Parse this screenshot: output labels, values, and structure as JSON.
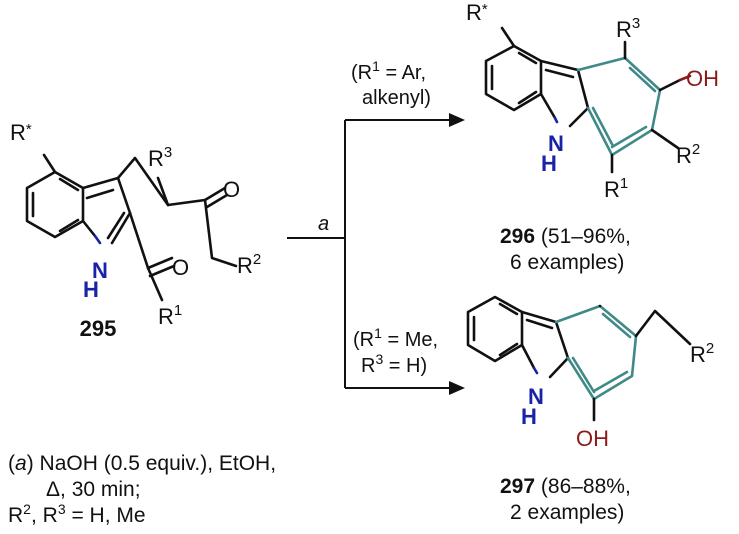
{
  "labels": {
    "r_star": "R*",
    "r": "R",
    "sup1": "1",
    "sup2": "2",
    "sup3": "3",
    "nh_n": "N",
    "nh_h": "H",
    "oh": "OH",
    "o": "O"
  },
  "compounds": {
    "sm": {
      "number": "295"
    },
    "p1": {
      "number": "296",
      "yield": "(51–96%,",
      "examples": "6 examples)"
    },
    "p2": {
      "number": "297",
      "yield": "(86–88%,",
      "examples": "2 examples)"
    }
  },
  "conditions": {
    "arrow_label": "a",
    "top_line1": "(R",
    "top_line1_rest": " = Ar,",
    "top_line2": "alkenyl)",
    "bottom_line1": "(R",
    "bottom_line1_rest": " = Me,",
    "bottom_line2_r": "R",
    "bottom_line2_rest": " = H)"
  },
  "footnote": {
    "tag": "a",
    "open": "(",
    "close": ")",
    "line1": " NaOH (0.5 equiv.), EtOH,",
    "line2": "Δ, 30 min;",
    "line3_r2": "R",
    "line3_mid": ", R",
    "line3_end": " = H, Me"
  },
  "colors": {
    "nitrogen": "#1a23a8",
    "oxygen": "#8b1a1a",
    "new_ring": "#3f8a86"
  }
}
